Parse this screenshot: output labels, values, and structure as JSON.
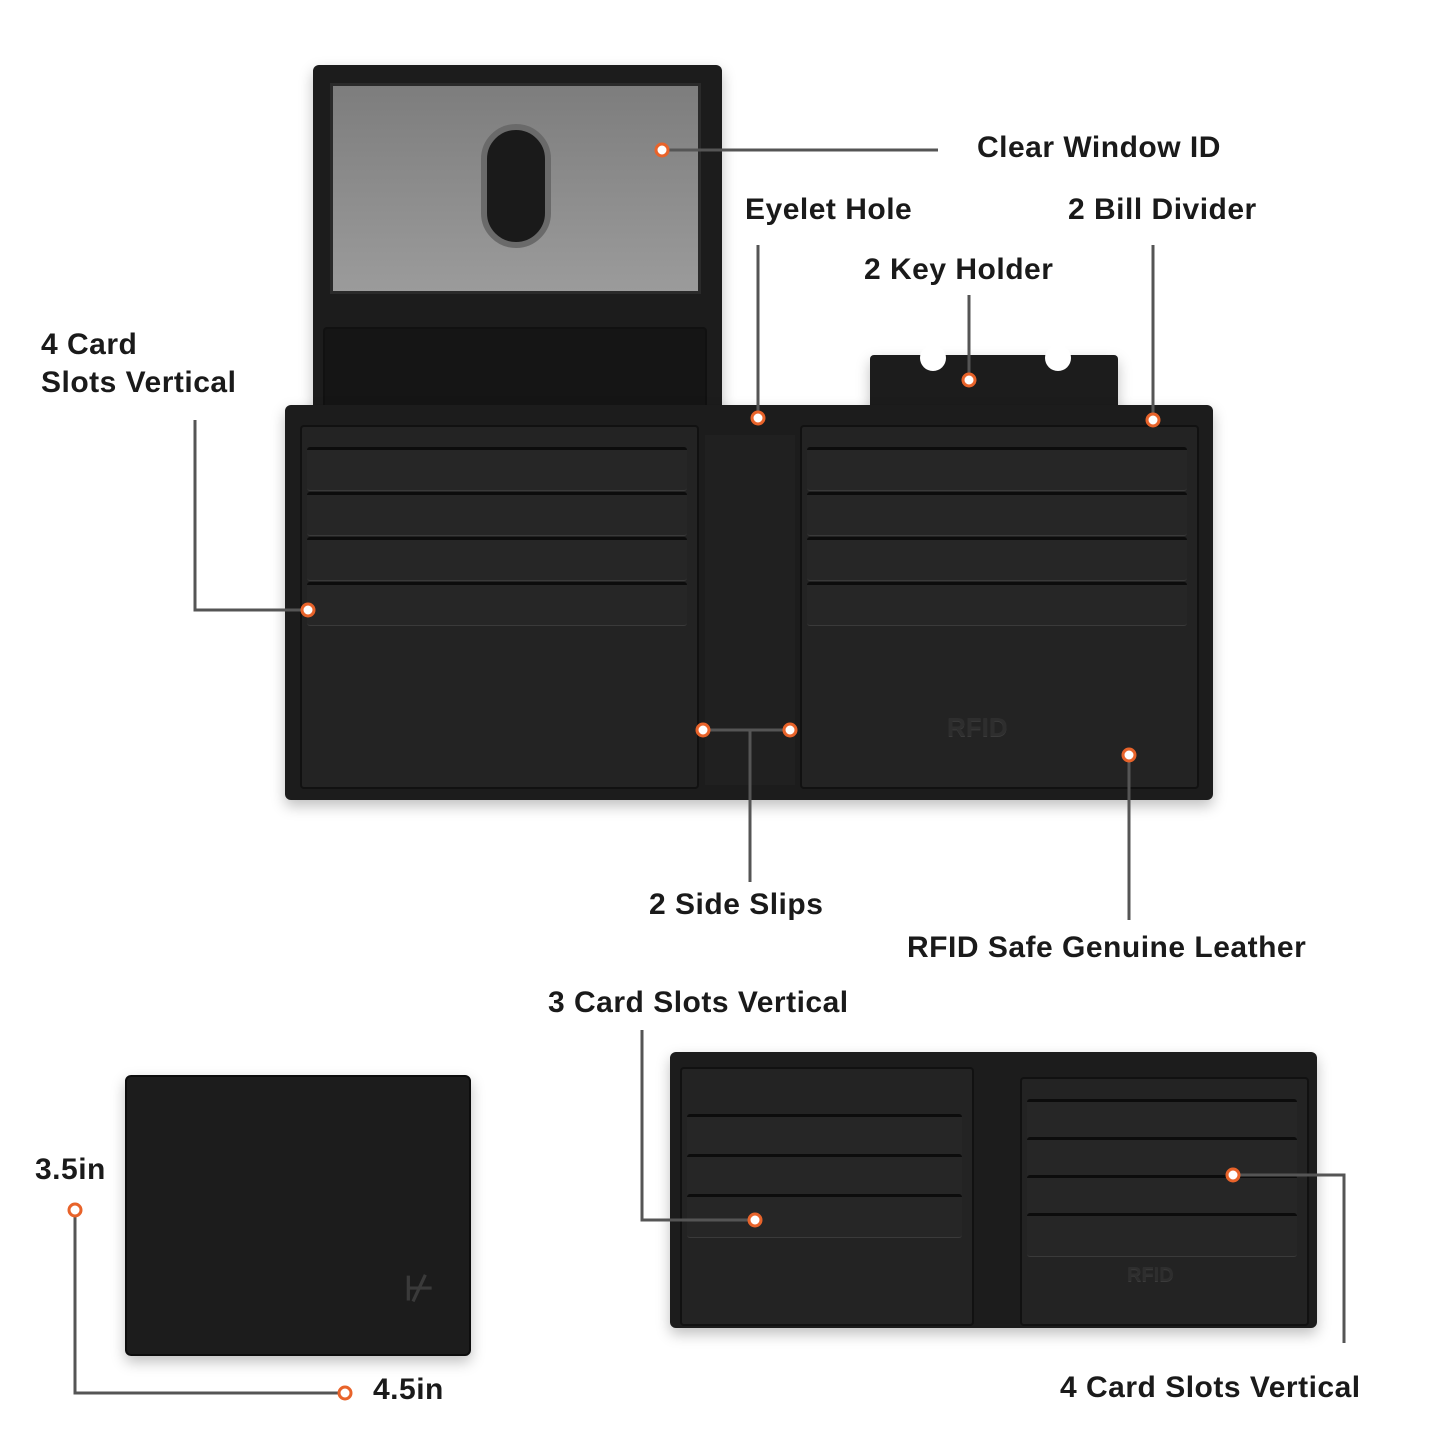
{
  "labels": {
    "clear_window_id": "Clear Window ID",
    "eyelet_hole": "Eyelet Hole",
    "bill_divider": "2 Bill Divider",
    "key_holder": "2 Key Holder",
    "card_slots_top_line1": "4 Card",
    "card_slots_top_line2": "Slots Vertical",
    "side_slips": "2 Side Slips",
    "rfid_leather": "RFID Safe Genuine Leather",
    "three_card_slots": "3 Card Slots Vertical",
    "height_dim": "3.5in",
    "width_dim": "4.5in",
    "four_card_slots_bottom": "4 Card Slots Vertical"
  },
  "emboss": {
    "rfid_main": "RFID",
    "rfid_small": "RFID"
  },
  "colors": {
    "accent": "#e8632a",
    "line": "#555555",
    "leather": "#1c1c1c"
  }
}
